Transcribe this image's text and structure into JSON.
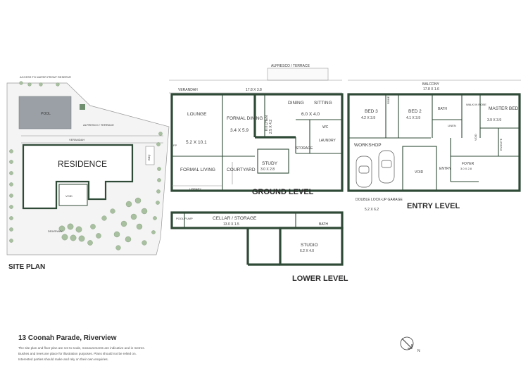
{
  "colors": {
    "wall": "#2f4a36",
    "pool": "#9aa0a6",
    "tree": "#a8bfa0",
    "text": "#3a3a3a"
  },
  "site": {
    "title": "SITE PLAN",
    "access": "ACCESS TO WATER FRONT RESERVE",
    "pool": "POOL",
    "alfresco": "ALFRESCO / TERRACE",
    "verandah": "VERANDAH",
    "residence": "RESIDENCE",
    "void": "VOID",
    "bbq": "BBQ",
    "driveway": "DRIVEWAY"
  },
  "ground": {
    "title": "GROUND LEVEL",
    "alfresco": "ALFRESCO / TERRACE",
    "verandah": "VERANDAH",
    "verandah_dim": "17.8 X 3.8",
    "lounge": "LOUNGE",
    "lounge_dim": "5.2 X 10.1",
    "formal_living": "FORMAL LIVING",
    "formal_dining": "FORMAL DINING",
    "formal_dining_dim": "3.4 X 5.9",
    "kitchen": "KITCHEN",
    "kitchen_dim": "2.5 X 4.2",
    "dining": "DINING",
    "sitting": "SITTING",
    "dining_sitting_dim": "6.0 X 4.0",
    "wc": "WC",
    "laundry": "LAUNDRY",
    "storage": "STORAGE",
    "study": "STUDY",
    "study_dim": "3.0 X 2.8",
    "courtyard": "COURTYARD",
    "library": "LIBRARY",
    "fp": "FP"
  },
  "entry": {
    "title": "ENTRY LEVEL",
    "balcony": "BALCONY",
    "balcony_dim": "17.8 X 1.6",
    "bed3": "BED 3",
    "bed3_dim": "4.2 X 3.9",
    "bed2": "BED 2",
    "bed2_dim": "4.1 X 3.9",
    "bath": "BATH",
    "walk_in_robe": "WALK IN ROBE",
    "master_bed": "MASTER BED",
    "master_bed_dim": "3.9 X 3.9",
    "robe": "ROBE",
    "linen": "LINEN",
    "ensuite": "ENSUITE",
    "void_small": "VOID",
    "workshop": "WORKSHOP",
    "void": "VOID",
    "entry": "ENTRY",
    "foyer": "FOYER",
    "foyer_dim": "3.0 X 2.8",
    "garage": "DOUBLE LOCK-UP GARAGE",
    "garage_dim": "5.2 X 6.2"
  },
  "lower": {
    "title": "LOWER LEVEL",
    "pool_pump": "POOL PUMP",
    "cellar": "CELLAR / STORAGE",
    "cellar_dim": "13.0 X 1.5",
    "bath": "BATH",
    "studio": "STUDIO",
    "studio_dim": "6.2 X 4.0"
  },
  "footer": {
    "address": "13 Coonah Parade, Riverview",
    "disclaimer_1": "The site plan and floor plan are not to scale, measurements are indicative and in metres.",
    "disclaimer_2": "Bushes and trees are place for illustration purposes. Plans should not be relied on.",
    "disclaimer_3": "Interested parties should make and rely on their own enquiries.",
    "north": "N"
  }
}
